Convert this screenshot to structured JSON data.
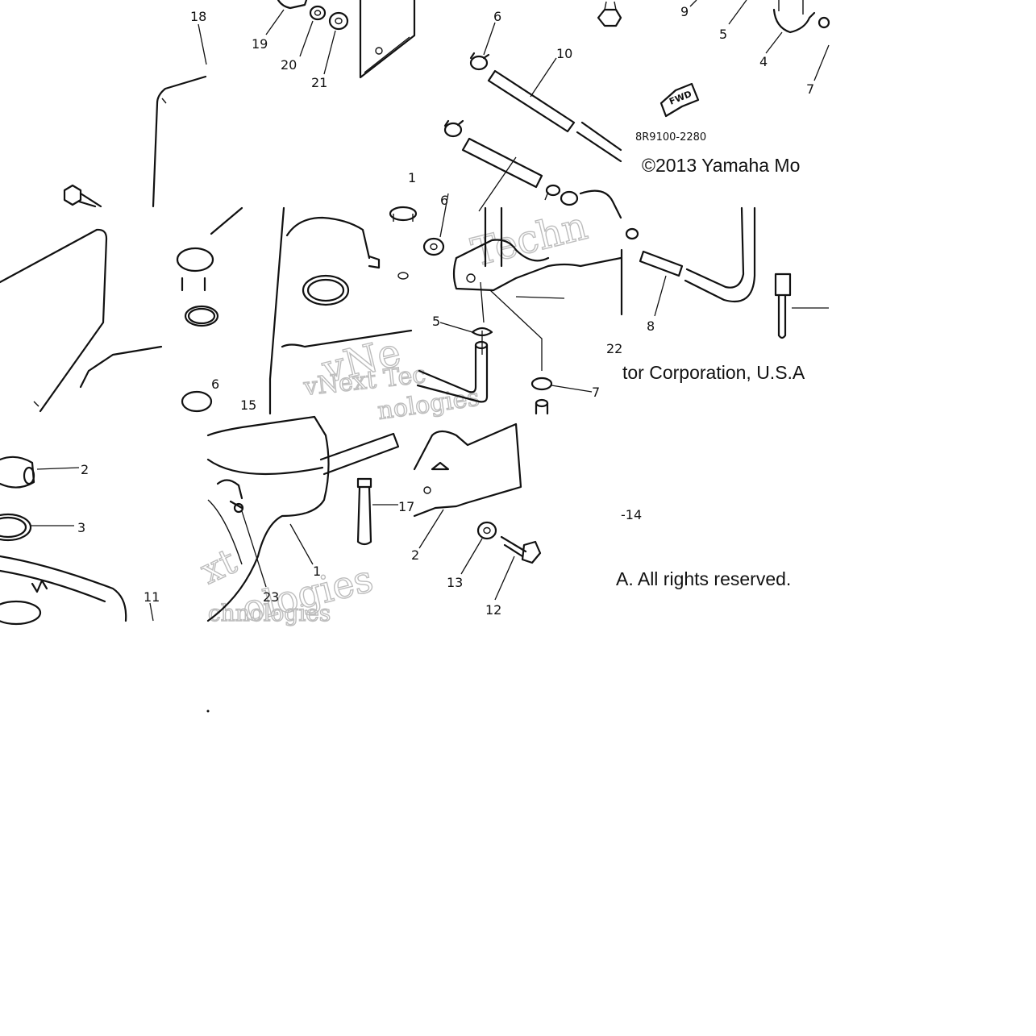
{
  "diagram": {
    "part_code": "8R9100-2280",
    "fwd_label": "FWD",
    "copyright_1": "©2013 Yamaha Mo",
    "copyright_2": "tor Corporation, U.S.A",
    "copyright_3": "A. All rights reserved.",
    "watermark_1": "vNext Tec",
    "watermark_2": "Techn",
    "watermark_3": "vNe",
    "watermark_4": "nologies",
    "watermark_5": "xt",
    "watermark_6": "ologies",
    "watermark_7": "chnologies",
    "callouts": [
      {
        "id": "c18",
        "label": "18"
      },
      {
        "id": "c19",
        "label": "19"
      },
      {
        "id": "c20",
        "label": "20"
      },
      {
        "id": "c21",
        "label": "21"
      },
      {
        "id": "c6a",
        "label": "6"
      },
      {
        "id": "c10",
        "label": "10"
      },
      {
        "id": "c9",
        "label": "9"
      },
      {
        "id": "c5a",
        "label": "5"
      },
      {
        "id": "c4",
        "label": "4"
      },
      {
        "id": "c7a",
        "label": "7"
      },
      {
        "id": "c6b",
        "label": "6"
      },
      {
        "id": "c8",
        "label": "8"
      },
      {
        "id": "c22",
        "label": "22"
      },
      {
        "id": "c5b",
        "label": "5"
      },
      {
        "id": "c7b",
        "label": "7"
      },
      {
        "id": "c6c",
        "label": "6"
      },
      {
        "id": "c15",
        "label": "15"
      },
      {
        "id": "c2",
        "label": "2"
      },
      {
        "id": "c3",
        "label": "3"
      },
      {
        "id": "c11",
        "label": "11"
      },
      {
        "id": "c17",
        "label": "17"
      },
      {
        "id": "c1",
        "label": "1"
      },
      {
        "id": "c23",
        "label": "23"
      },
      {
        "id": "c13",
        "label": "13"
      },
      {
        "id": "c12",
        "label": "12"
      },
      {
        "id": "c14",
        "label": "-14"
      },
      {
        "id": "c2b",
        "label": "2"
      }
    ]
  }
}
